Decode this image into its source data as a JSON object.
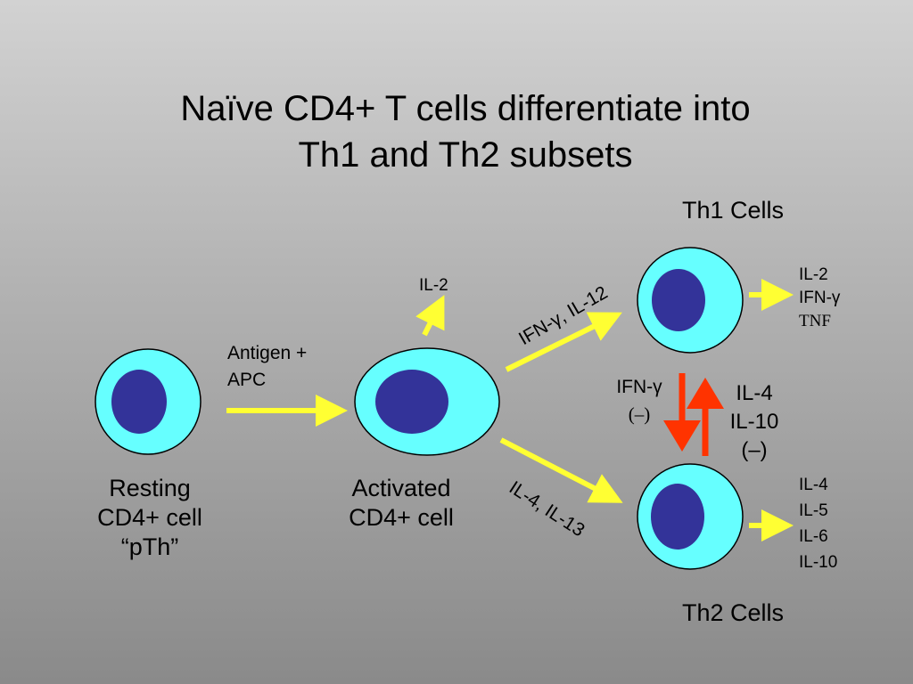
{
  "title": {
    "line1": "Naïve CD4+ T cells differentiate into",
    "line2": "Th1 and Th2 subsets"
  },
  "resting": {
    "line1": "Resting",
    "line2": "CD4+ cell",
    "line3": "“pTh”"
  },
  "activation": {
    "line1": "Antigen +",
    "line2": "APC"
  },
  "activated": {
    "line1": "Activated",
    "line2": "CD4+ cell",
    "secreted": "IL-2"
  },
  "th1_path": {
    "label": "IFN-γ, IL-12"
  },
  "th2_path": {
    "label": "IL-4, IL-13"
  },
  "th1": {
    "header": "Th1 Cells",
    "cytokines": [
      "IL-2",
      "IFN-γ",
      "TNF"
    ]
  },
  "th2": {
    "footer": "Th2 Cells",
    "cytokines": [
      "IL-4",
      "IL-5",
      "IL-6",
      "IL-10"
    ]
  },
  "cross_regulation": {
    "th1_to_th2": {
      "cytokine": "IFN-γ",
      "effect": "(–)"
    },
    "th2_to_th1": {
      "cytokines": [
        "IL-4",
        "IL-10"
      ],
      "effect": "(–)"
    }
  },
  "colors": {
    "cell_fill": "#66ffff",
    "cell_stroke": "#000000",
    "nucleus": "#333399",
    "arrow_yellow": "#ffff33",
    "arrow_red": "#ff3300"
  }
}
